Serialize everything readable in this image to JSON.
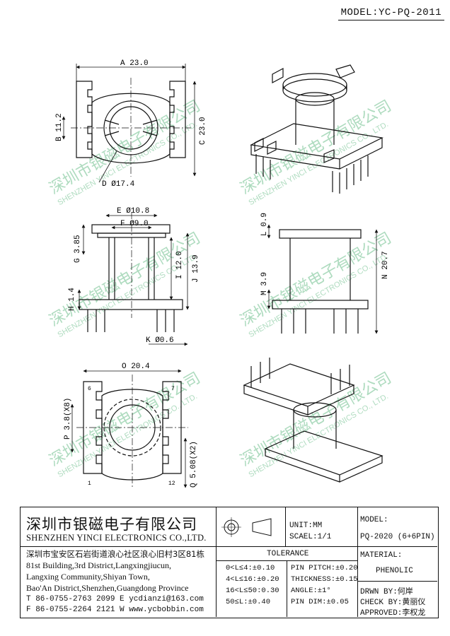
{
  "header": {
    "model": "MODEL:YC-PQ-2011"
  },
  "dimensions": {
    "A": "A 23.0",
    "B": "B 11.2",
    "C": "C 23.0",
    "D": "D Ø17.4",
    "E": "E Ø10.8",
    "F": "F Ø9.0",
    "G": "G 3.85",
    "H": "H 1.4",
    "I": "I 12.0",
    "J": "J 13.9",
    "K": "K Ø0.6",
    "L": "L 0.9",
    "M": "M 3.9",
    "N": "N 20.7",
    "O": "O 20.4",
    "P": "P 3.8(X8)",
    "Q": "Q 5.08(X2)"
  },
  "pin_labels": {
    "p6": "6",
    "p7": "7",
    "p1": "1",
    "p12": "12"
  },
  "watermark": {
    "cn": "深圳市银磁电子有限公司",
    "en": "SHENZHEN YINCI ELECTRONICS CO., LTD."
  },
  "title_block": {
    "company_cn": "深圳市银磁电子有限公司",
    "company_en": "SHENZHEN YINCI ELECTRONICS CO.,LTD.",
    "address_cn": "深圳市宝安区石岩街道浪心社区浪心旧村3区81栋",
    "address_en": [
      "81st Building,3rd District,Langxingjiucun,",
      "Langxing Community,Shiyan Town,",
      "Bao'An District,Shenzhen,Guangdong Province"
    ],
    "tel": "T  86-0755-2763 2099",
    "email": "E  ycdianzi@163.com",
    "fax": "F  86-0755-2264 2121",
    "web": "W  www.ycbobbin.com",
    "unit": "UNIT:MM",
    "scale": "SCAEL:1/1",
    "model_label": "MODEL:",
    "model_value": "PQ-2020 (6+6PIN)",
    "tolerance_title": "TOLERANCE",
    "tolerance_left": [
      "0<L≤4:±0.10",
      "4<L≤16:±0.20",
      "16<L≤50:0.30",
      "50≤L:±0.40"
    ],
    "tolerance_right": [
      "PIN PITCH:±0.20",
      "THICKNESS:±0.15",
      "ANGLE:±1°",
      "PIN DIM:±0.05"
    ],
    "material_label": "MATERIAL:",
    "material_value": "PHENOLIC",
    "drawn_by": "DRWN BY:何岸",
    "check_by": "CHECK BY:黄丽仪",
    "approved": "APPROVED:李权龙"
  }
}
